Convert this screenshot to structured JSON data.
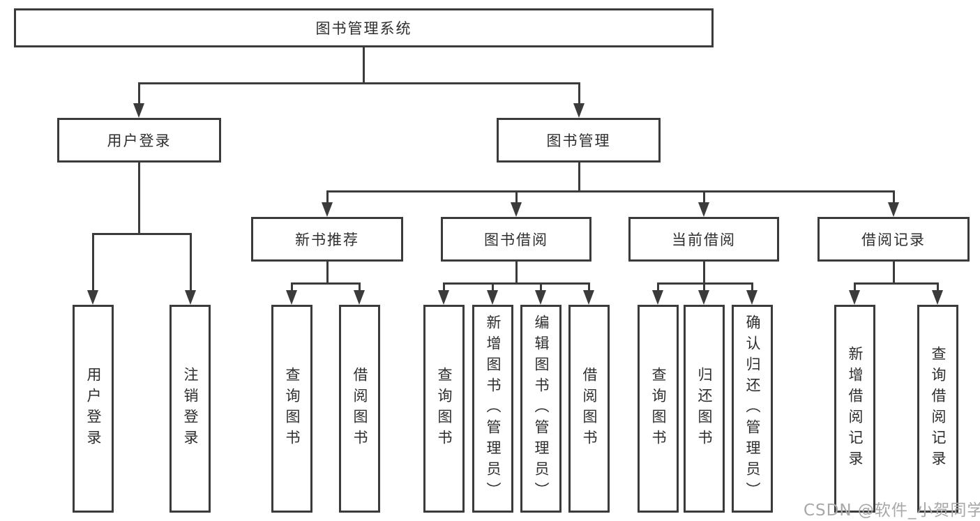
{
  "tree": {
    "root": {
      "label": "图书管理系统"
    },
    "branches": [
      {
        "label": "用户登录",
        "children": [
          "用户登录",
          "注销登录"
        ]
      },
      {
        "label": "图书管理",
        "children": [
          {
            "label": "新书推荐",
            "children": [
              "查询图书",
              "借阅图书"
            ]
          },
          {
            "label": "图书借阅",
            "children": [
              "查询图书",
              "新增图书（管理员）",
              "编辑图书（管理员）",
              "借阅图书"
            ]
          },
          {
            "label": "当前借阅",
            "children": [
              "查询图书",
              "归还图书",
              "确认归还（管理员）"
            ]
          },
          {
            "label": "借阅记录",
            "children": [
              "新增借阅记录",
              "查询借阅记录"
            ]
          }
        ]
      }
    ]
  },
  "watermark": "CSDN @软件_小贺同学",
  "colors": {
    "line": "#3b3b3b",
    "text": "#2e2e2e",
    "background": "#ffffff",
    "watermark": "#a8a8a8"
  }
}
